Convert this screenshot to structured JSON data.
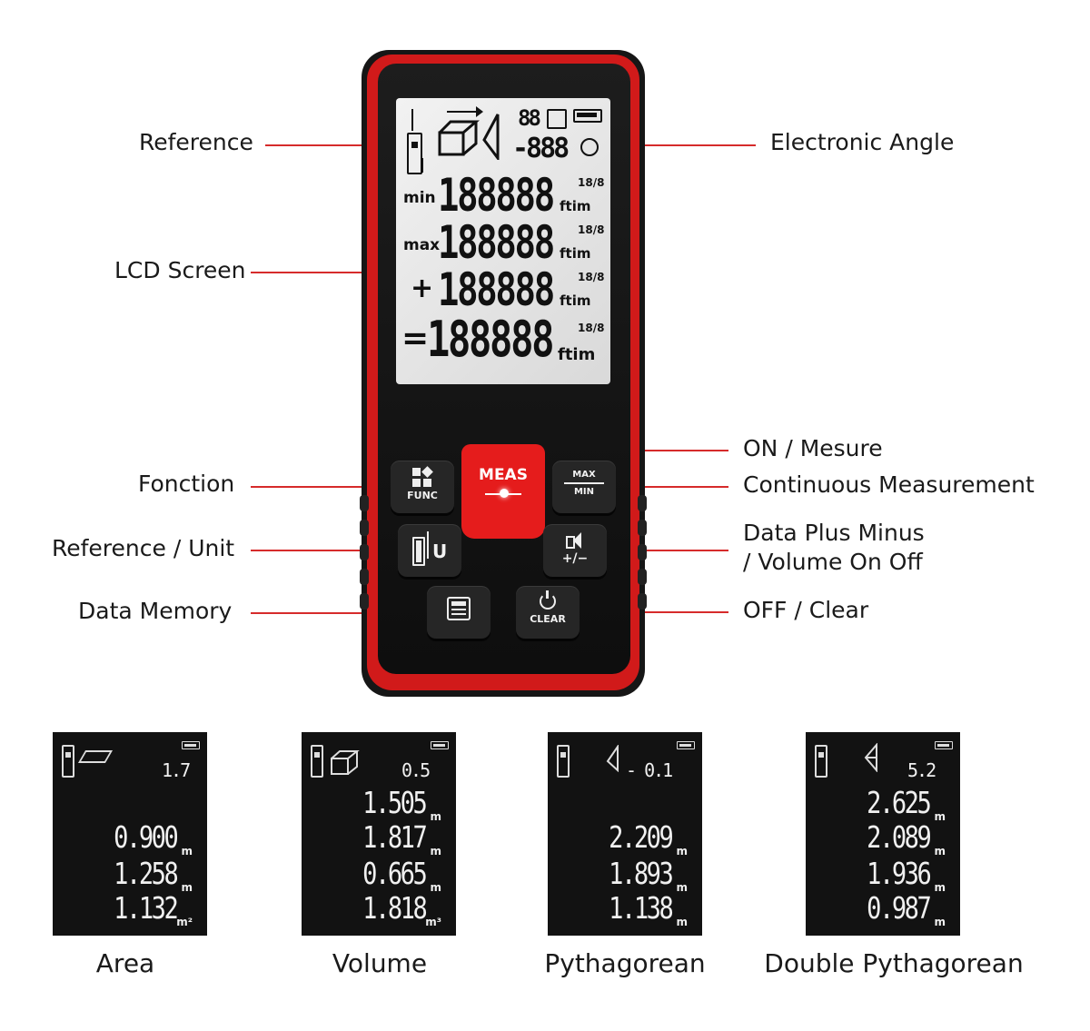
{
  "labels": {
    "reference": "Reference",
    "lcd_screen": "LCD Screen",
    "fonction": "Fonction",
    "reference_unit": "Reference / Unit",
    "data_memory": "Data Memory",
    "electronic_angle": "Electronic Angle",
    "on_mesure": "ON / Mesure",
    "continuous": "Continuous Measurement",
    "plus_minus_1": "Data Plus Minus",
    "plus_minus_2": "/ Volume On Off",
    "off_clear": "OFF / Clear"
  },
  "lcd": {
    "top_digits": "88",
    "angle": "-888",
    "row_prefix": [
      "min",
      "max",
      "+",
      "="
    ],
    "row_value": "188888",
    "unit": "ftim",
    "frac": "18/8"
  },
  "buttons": {
    "meas": "MEAS",
    "func": "FUNC",
    "max": "MAX",
    "min": "MIN",
    "u": "U",
    "plus_minus": "+/−",
    "clear": "CLEAR"
  },
  "modes": [
    {
      "caption": "Area",
      "angle": "1.7",
      "values": [
        "0.900",
        "1.258",
        "1.132"
      ],
      "units": [
        "m",
        "m",
        "m²"
      ]
    },
    {
      "caption": "Volume",
      "angle": "0.5",
      "values": [
        "1.505",
        "1.817",
        "0.665",
        "1.818"
      ],
      "units": [
        "m",
        "m",
        "m",
        "m³"
      ]
    },
    {
      "caption": "Pythagorean",
      "angle": "- 0.1",
      "values": [
        "2.209",
        "1.893",
        "1.138"
      ],
      "units": [
        "m",
        "m",
        "m"
      ]
    },
    {
      "caption": "Double Pythagorean",
      "angle": "5.2",
      "values": [
        "2.625",
        "2.089",
        "1.936",
        "0.987"
      ],
      "units": [
        "m",
        "m",
        "m",
        "m"
      ]
    }
  ],
  "colors": {
    "accent": "#d11a1a",
    "line": "#d62b2b"
  }
}
